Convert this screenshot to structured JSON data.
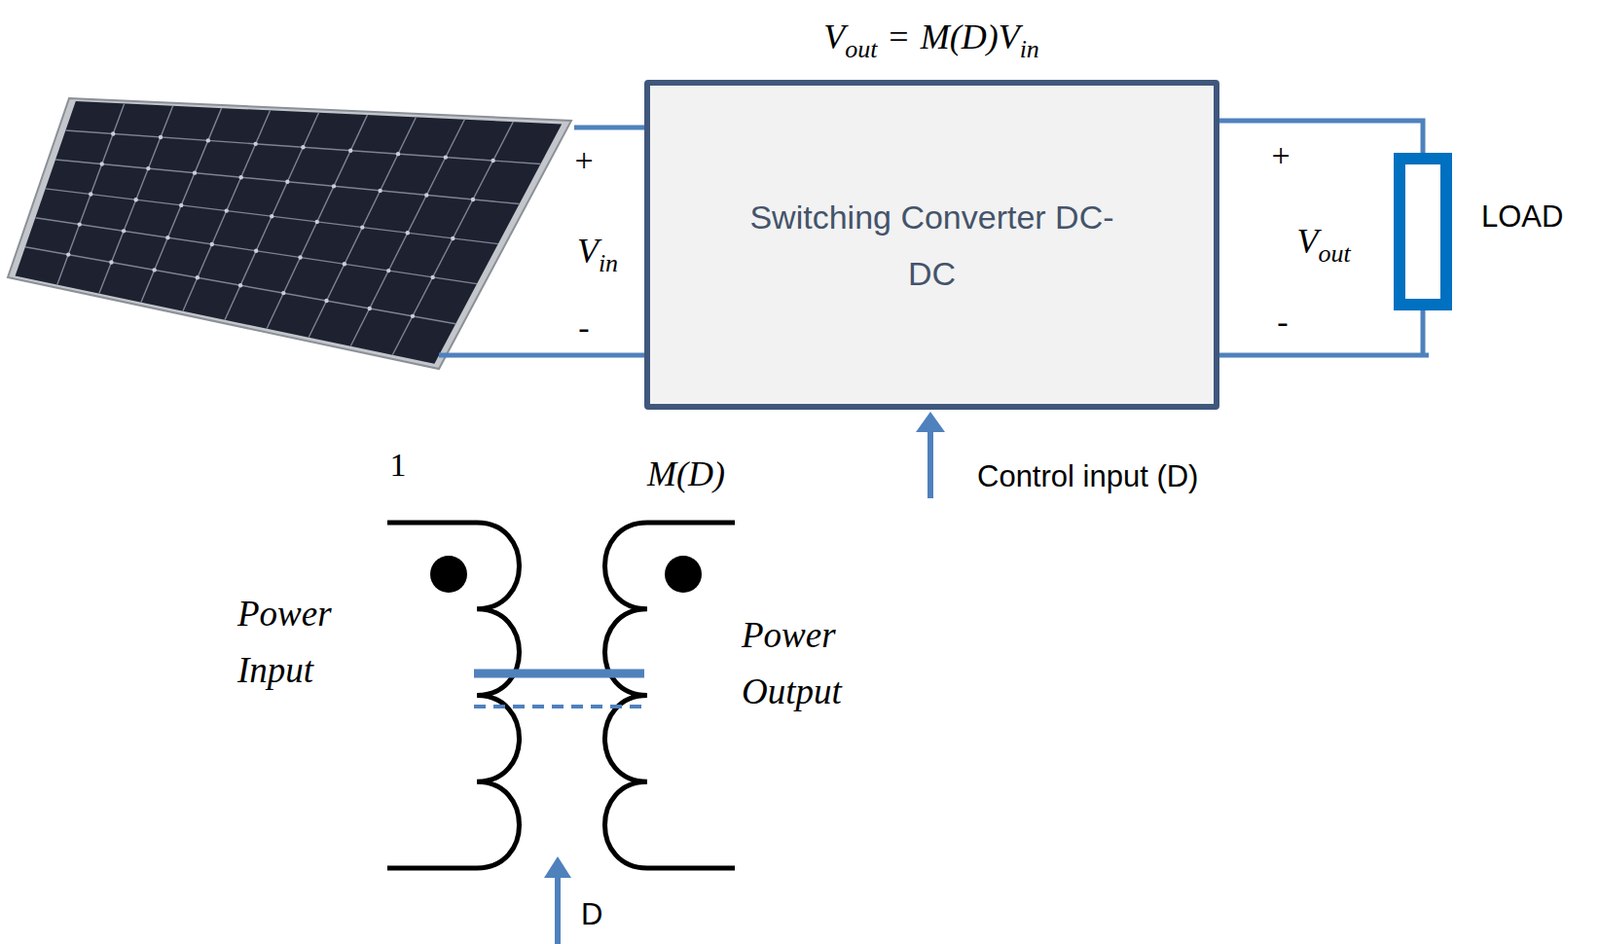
{
  "diagram": {
    "nodes": [
      {
        "text": [
          "Switching Converter DC-DC"
        ]
      }
    ],
    "labels": [
      "V",
      "out",
      "=",
      "M(D)",
      "V",
      "in",
      "+",
      "V",
      "in",
      "-",
      "+",
      "V",
      "out",
      "-",
      "LOAD",
      "1",
      "M(D)",
      "Power Input",
      "Power Output",
      "Control input (D)",
      "D"
    ]
  }
}
